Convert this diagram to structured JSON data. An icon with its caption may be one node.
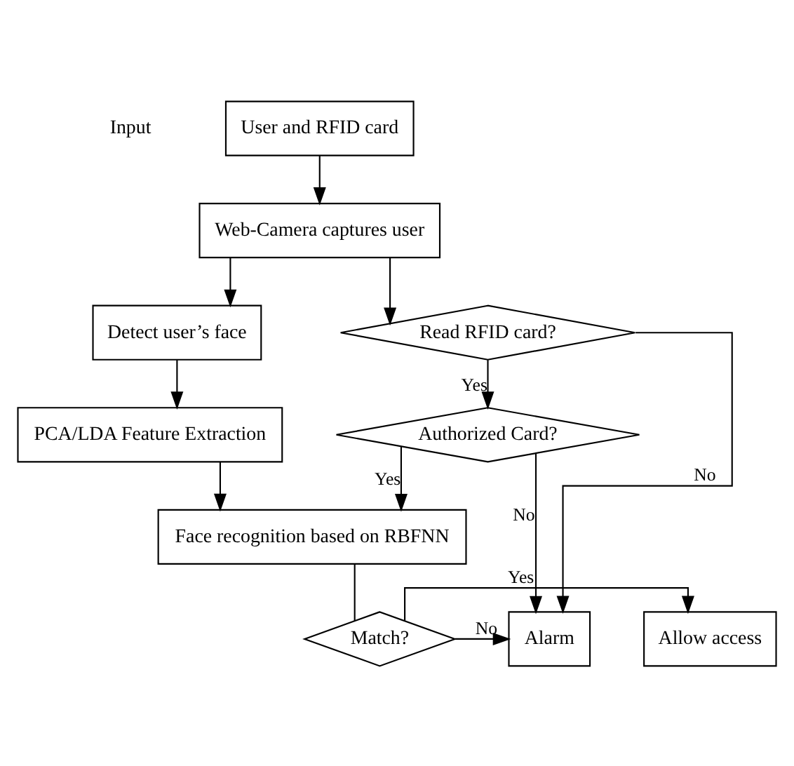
{
  "diagram": {
    "nodes": [
      {
        "text": [
          "User and RFID card"
        ]
      },
      {
        "text": [
          "Web-Camera captures user"
        ]
      },
      {
        "text": [
          "Detect user’s face"
        ]
      },
      {
        "text": [
          "Read RFID card?"
        ]
      },
      {
        "text": [
          "PCA/LDA Feature Extraction"
        ]
      },
      {
        "text": [
          "Authorized Card?"
        ]
      },
      {
        "text": [
          "Face recognition based on RBFNN"
        ]
      },
      {
        "text": [
          "Allow access"
        ]
      },
      {
        "text": [
          "Match?"
        ]
      },
      {
        "text": [
          "Alarm"
        ]
      }
    ],
    "edges": [
      {
        "from": 0,
        "to": 1,
        "arrow": "to"
      },
      {
        "from": 1,
        "to": 2,
        "arrow": "to"
      },
      {
        "from": 1,
        "to": 3,
        "arrow": "to"
      },
      {
        "from": 3,
        "to": 9,
        "label": "No",
        "arrow": "to"
      },
      {
        "from": 2,
        "to": 4,
        "arrow": "to"
      },
      {
        "from": 3,
        "to": 5,
        "label": "Yes",
        "arrow": "to"
      },
      {
        "from": 5,
        "to": 9,
        "label": "No",
        "arrow": "to"
      },
      {
        "from": 4,
        "to": 6,
        "arrow": "to"
      },
      {
        "from": 5,
        "to": 6,
        "label": "Yes",
        "arrow": "to"
      },
      {
        "from": 6,
        "to": 8,
        "arrow": "none"
      },
      {
        "from": 8,
        "to": 7,
        "label": "Yes",
        "arrow": "to"
      },
      {
        "from": 8,
        "to": 9,
        "label": "No",
        "arrow": "to"
      }
    ],
    "labels": [
      "Input"
    ]
  }
}
